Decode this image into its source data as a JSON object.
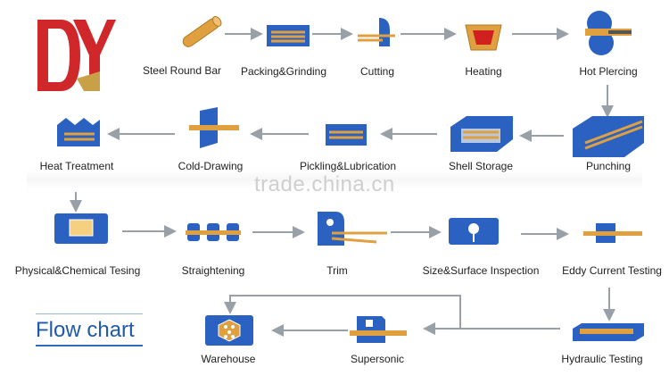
{
  "logo": {
    "text": "DY",
    "color": "#d0282a",
    "accent": "#c8a048"
  },
  "steps": {
    "steel_round_bar": "Steel Round Bar",
    "packing_grinding": "Packing&Grinding",
    "cutting": "Cutting",
    "heating": "Heating",
    "hot_piercing": "Hot Plercing",
    "punching": "Punching",
    "shell_storage": "Shell Storage",
    "pickling_lubrication": "Pickling&Lubrication",
    "cold_drawing": "Cold-Drawing",
    "heat_treatment": "Heat Treatment",
    "physical_chemical": "Physical&Chemical Tesing",
    "straightening": "Straightening",
    "trim": "Trim",
    "size_surface": "Size&Surface Inspection",
    "eddy_current": "Eddy Current Testing",
    "hydraulic": "Hydraulic Testing",
    "supersonic": "Supersonic",
    "warehouse": "Warehouse"
  },
  "title": "Flow chart",
  "watermark": "trade.china.cn",
  "colors": {
    "blue": "#2b62c2",
    "orange": "#e0a040",
    "arrow": "#9aa0a8",
    "label": "#222222"
  }
}
